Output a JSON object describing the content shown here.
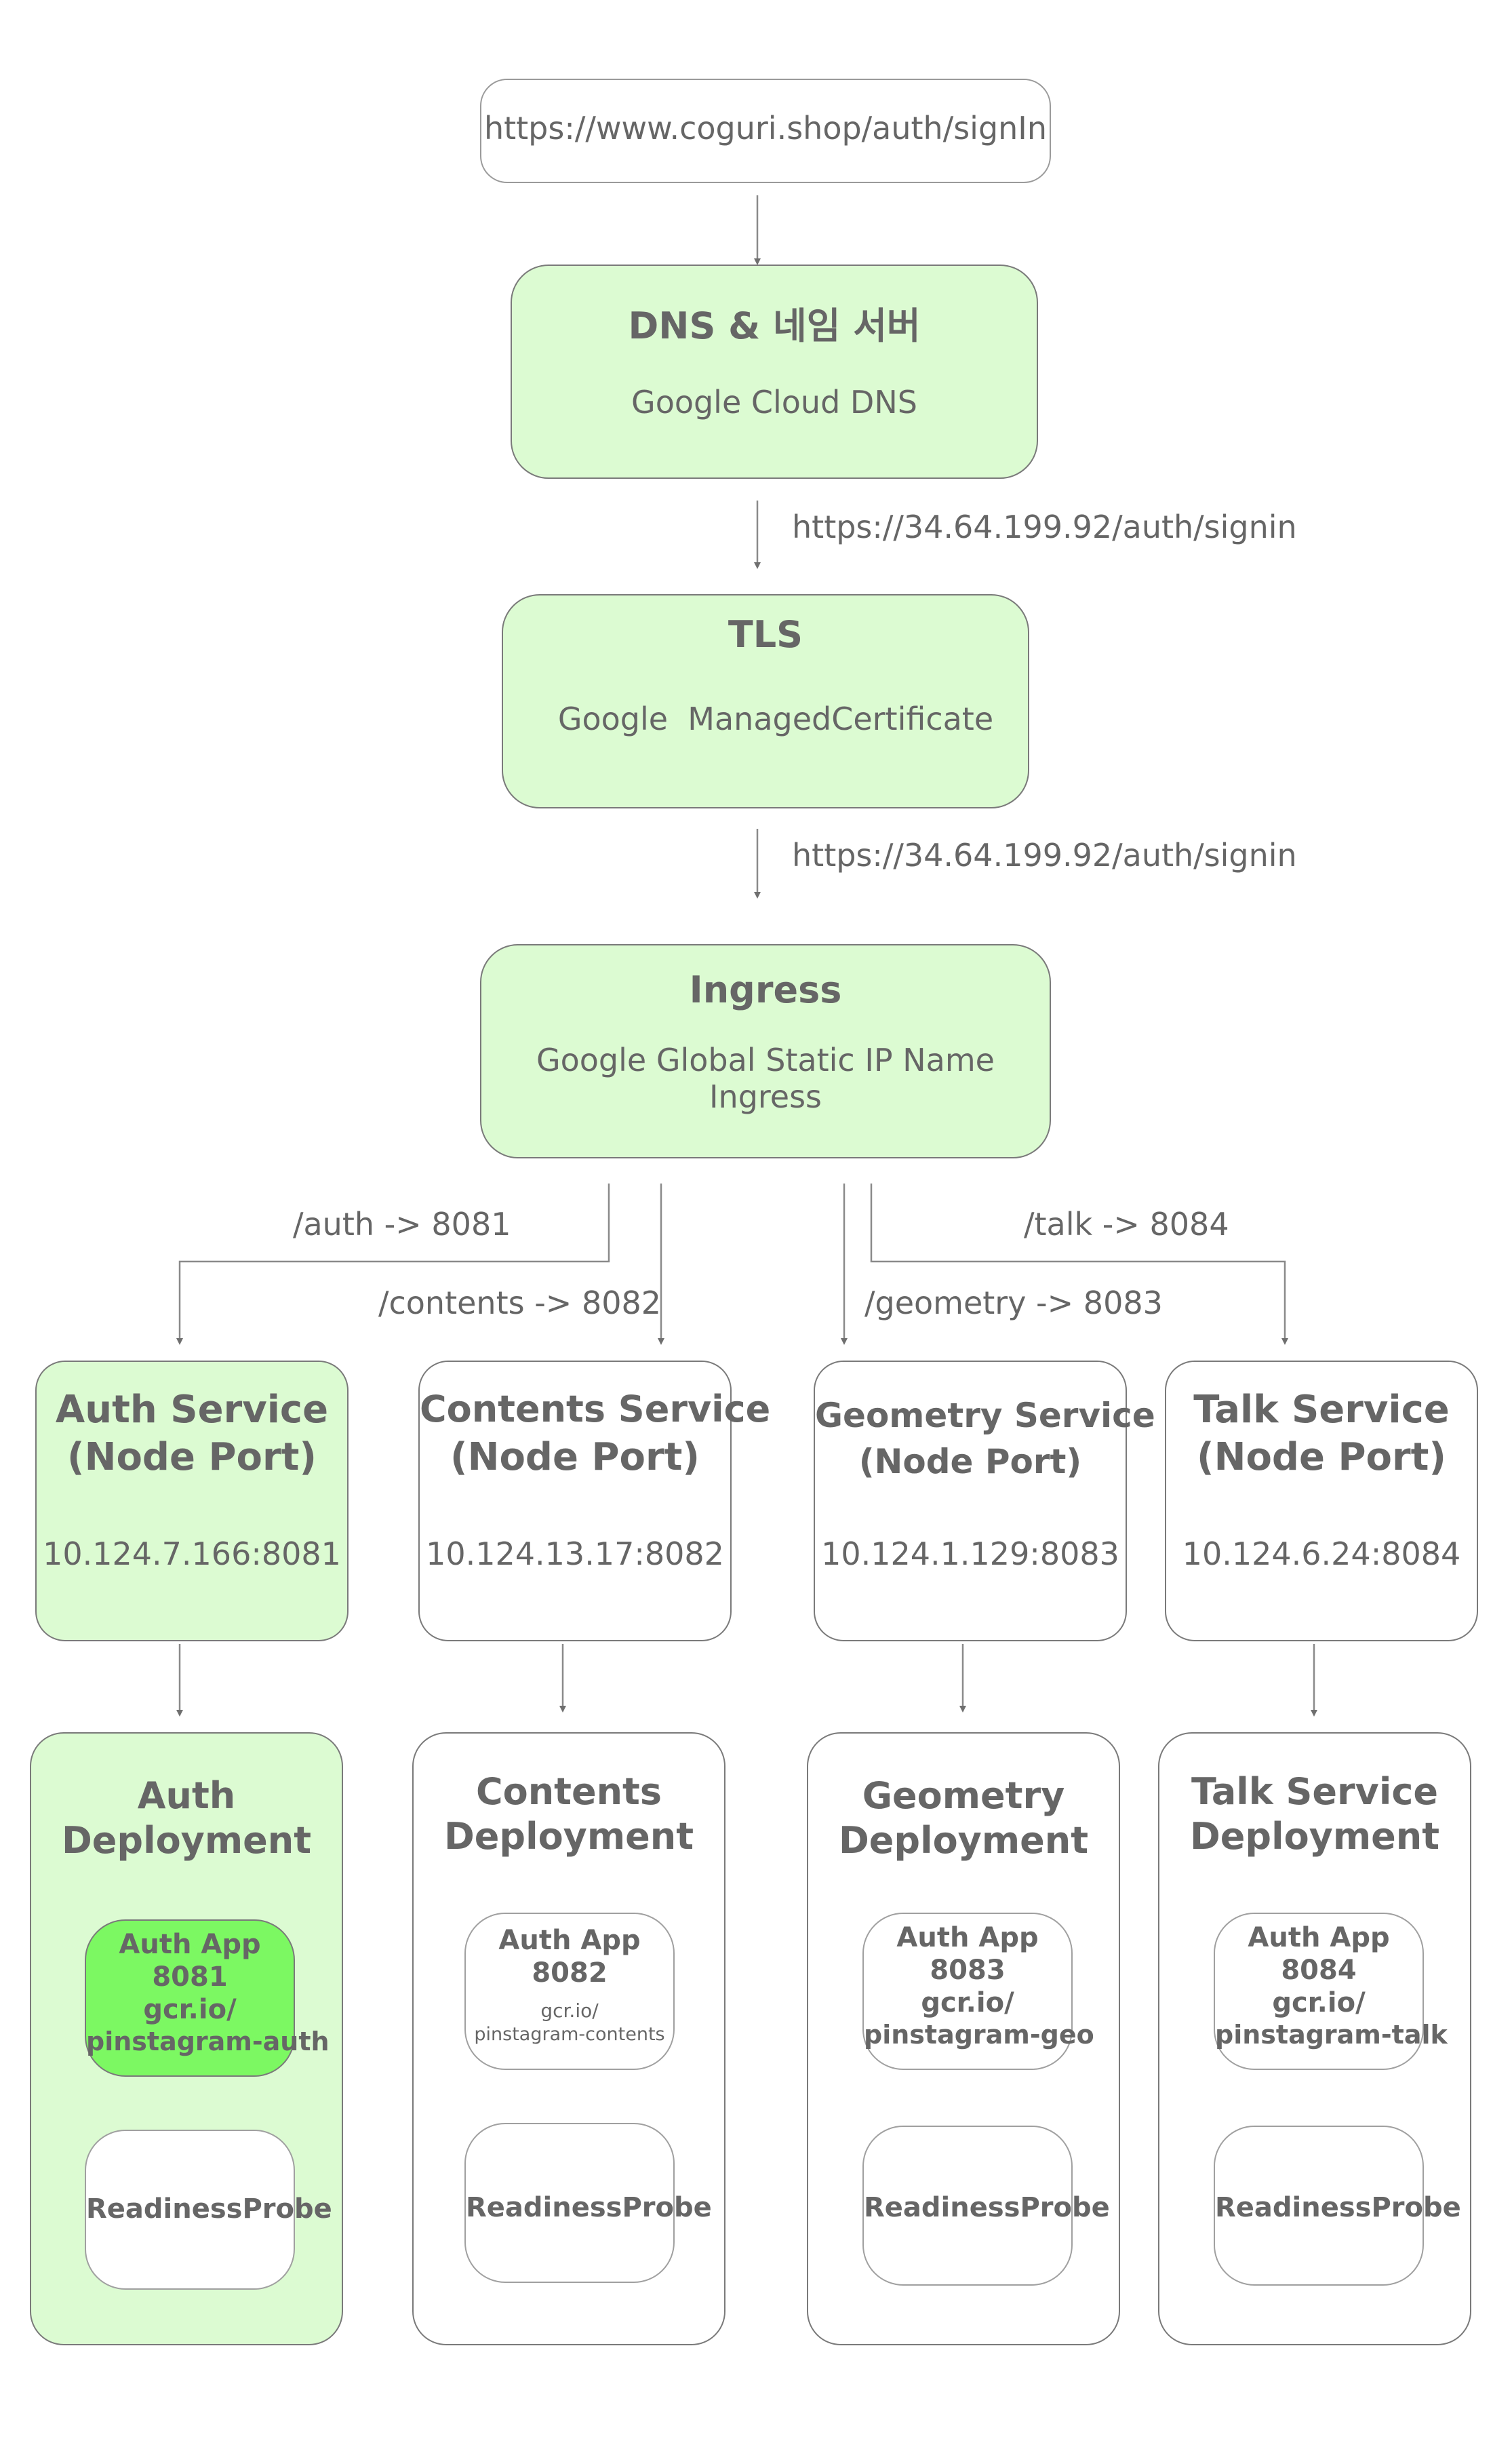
{
  "url_box": {
    "text": "https://www.coguri.shop/auth/signIn"
  },
  "dns": {
    "title": "DNS & 네임 서버",
    "subtitle": "Google Cloud DNS"
  },
  "edge_to_tls": "https://34.64.199.92/auth/signin",
  "tls": {
    "title": "TLS",
    "subtitle": "Google  ManagedCertificate"
  },
  "edge_to_ingress": "https://34.64.199.92/auth/signin",
  "ingress": {
    "title": "Ingress",
    "subtitle": "Google Global Static IP Name Ingress"
  },
  "routes": {
    "auth": "/auth -> 8081",
    "contents": "/contents -> 8082",
    "geometry": "/geometry -> 8083",
    "talk": "/talk -> 8084"
  },
  "services": [
    {
      "line1": "Auth Service",
      "line2": "(Node Port)",
      "address": "10.124.7.166:8081"
    },
    {
      "line1": "Contents Service",
      "line2": "(Node Port)",
      "address": "10.124.13.17:8082"
    },
    {
      "line1": "Geometry Service",
      "line2": "(Node Port)",
      "address": "10.124.1.129:8083"
    },
    {
      "line1": "Talk Service",
      "line2": "(Node Port)",
      "address": "10.124.6.24:8084"
    }
  ],
  "deployments": [
    {
      "line1": "Auth",
      "line2": "Deployment",
      "app": {
        "name": "Auth App",
        "port": "8081",
        "registry": "gcr.io/",
        "image": "pinstagram-auth"
      },
      "probe": "ReadinessProbe"
    },
    {
      "line1": "Contents",
      "line2": "Deployment",
      "app": {
        "name": "Auth App",
        "port": "8082",
        "registry": "gcr.io/",
        "image": "pinstagram-contents"
      },
      "probe": "ReadinessProbe"
    },
    {
      "line1": "Geometry",
      "line2": "Deployment",
      "app": {
        "name": "Auth App",
        "port": "8083",
        "registry": "gcr.io/",
        "image": "pinstagram-geo"
      },
      "probe": "ReadinessProbe"
    },
    {
      "line1": "Talk Service",
      "line2": "Deployment",
      "app": {
        "name": "Auth App",
        "port": "8084",
        "registry": "gcr.io/",
        "image": "pinstagram-talk"
      },
      "probe": "ReadinessProbe"
    }
  ],
  "colors": {
    "node_green": "#dcfbd2",
    "app_green": "#7cf862",
    "stroke": "#7a7a7a",
    "text": "#666666"
  }
}
